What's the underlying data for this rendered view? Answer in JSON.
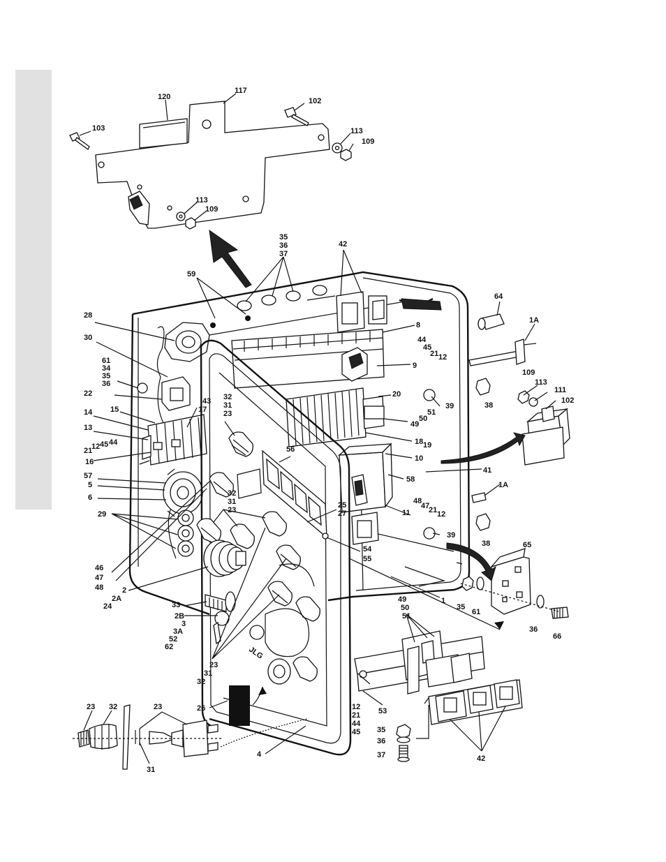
{
  "labels": {
    "120": "120",
    "117": "117",
    "102a": "102",
    "103": "103",
    "113a": "113",
    "109a": "109",
    "113b": "113",
    "109b": "109",
    "35a": "35",
    "36a": "36",
    "37a": "37",
    "42a": "42",
    "59": "59",
    "28": "28",
    "30": "30",
    "61a": "61",
    "34": "34",
    "35b": "35",
    "36b": "36",
    "22": "22",
    "15": "15",
    "14": "14",
    "13": "13",
    "21a": "21",
    "12a": "12",
    "45a": "45",
    "44a": "44",
    "16": "16",
    "57": "57",
    "5": "5",
    "6": "6",
    "29": "29",
    "46": "46",
    "47a": "47",
    "48a": "48",
    "2": "2",
    "2A": "2A",
    "24": "24",
    "33": "33",
    "2B": "2B",
    "3": "3",
    "3A": "3A",
    "52": "52",
    "62": "62",
    "23a": "23",
    "31a": "31",
    "32a": "32",
    "43": "43",
    "17": "17",
    "32b": "32",
    "31b": "31",
    "23b": "23",
    "32c": "32",
    "31c": "31",
    "23c": "23",
    "56": "56",
    "25": "25",
    "27": "27",
    "54": "54",
    "55": "55",
    "8": "8",
    "44b": "44",
    "45b": "45",
    "21b": "21",
    "12b": "12",
    "9": "9",
    "20": "20",
    "51a": "51",
    "50a": "50",
    "49a": "49",
    "18": "18",
    "19": "19",
    "10": "10",
    "58": "58",
    "48b": "48",
    "47b": "47",
    "21c": "21",
    "12c": "12",
    "11": "11",
    "39a": "39",
    "39b": "39",
    "41": "41",
    "1": "1",
    "64": "64",
    "1A": "1A",
    "1Ab": "1A",
    "38a": "38",
    "38b": "38",
    "109c": "109",
    "113c": "113",
    "111": "111",
    "102b": "102",
    "65": "65",
    "35c": "35",
    "61b": "61",
    "36c": "36",
    "66": "66",
    "49b": "49",
    "50b": "50",
    "51b": "51",
    "53": "53",
    "12d": "12",
    "21d": "21",
    "44c": "44",
    "45c": "45",
    "35d": "35",
    "36d": "36",
    "37b": "37",
    "42b": "42",
    "26": "26",
    "4": "4",
    "23d": "23",
    "32d": "32",
    "23e": "23",
    "31d": "31"
  },
  "panel_marking": "JLG"
}
